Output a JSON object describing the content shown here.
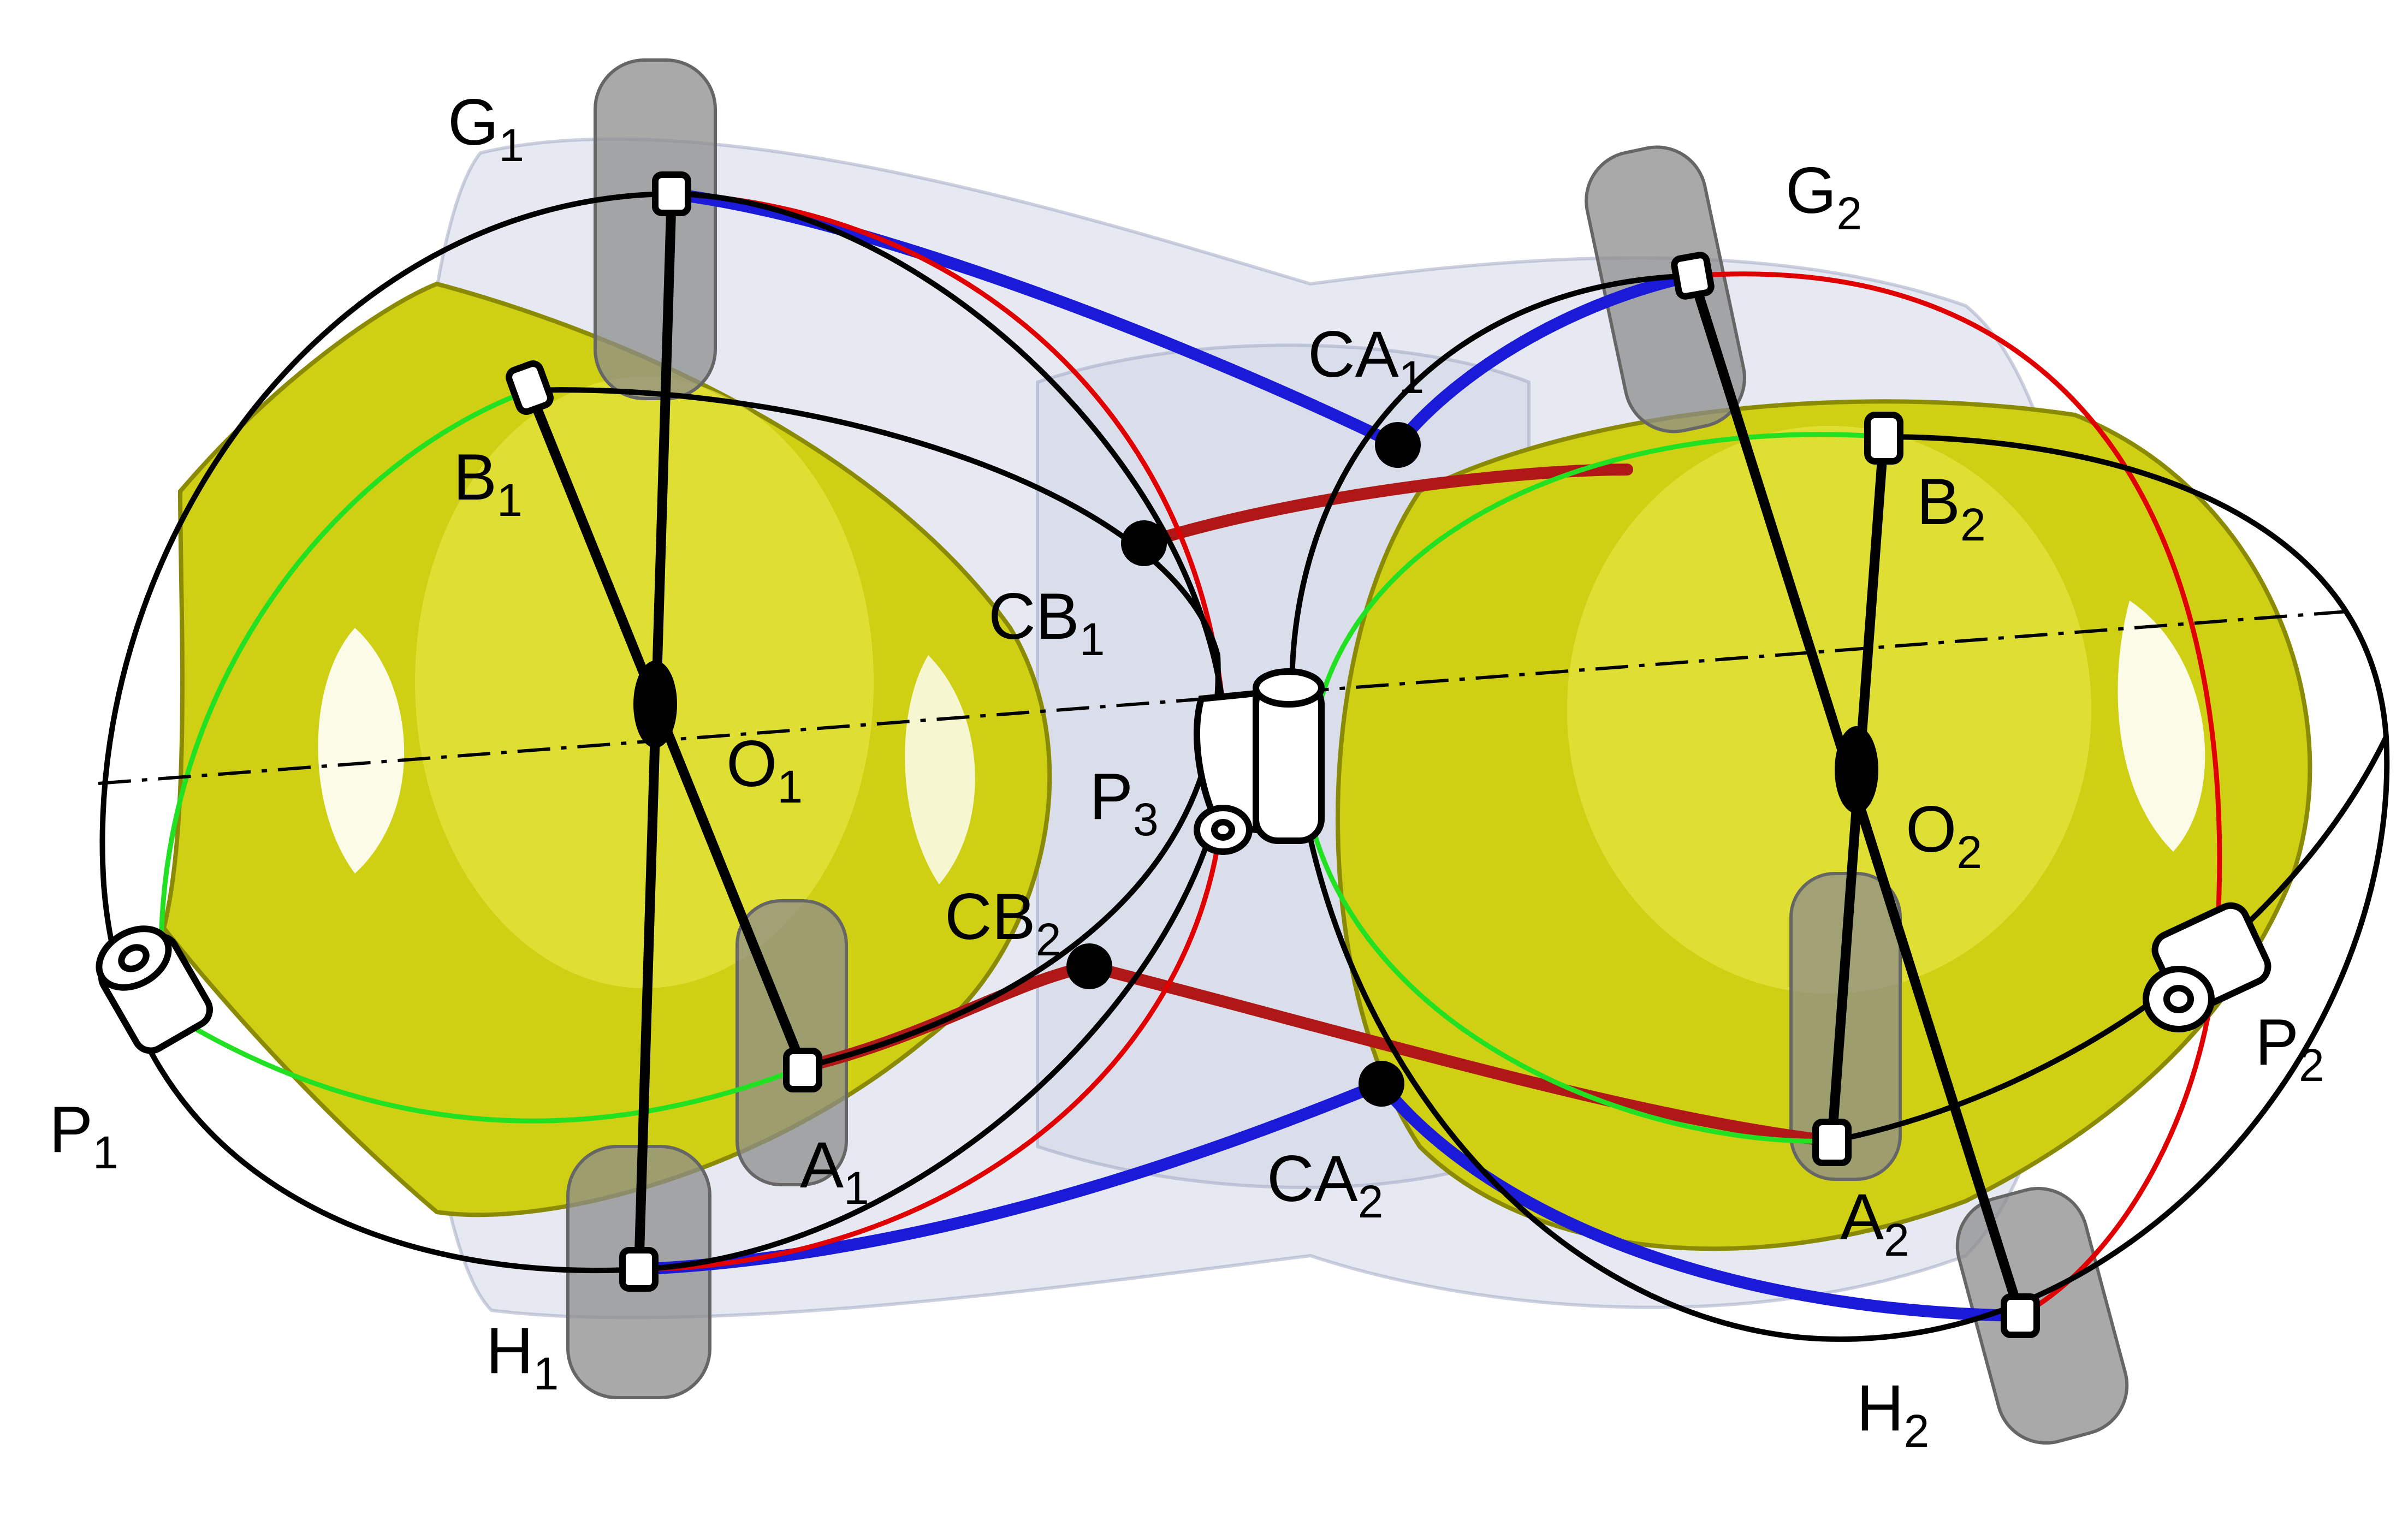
{
  "colors": {
    "yellow": "#cfcf14",
    "yellow_dark": "#8a8a05",
    "ghost": "#b8bfd8",
    "knob": "#8c8c8c",
    "wire_red": "#e00000",
    "wire_blue": "#1a1ad8",
    "wire_green": "#22e022",
    "black": "#000000"
  },
  "labels": {
    "G1": {
      "main": "G",
      "sub": "1"
    },
    "G2": {
      "main": "G",
      "sub": "2"
    },
    "B1": {
      "main": "B",
      "sub": "1"
    },
    "B2": {
      "main": "B",
      "sub": "2"
    },
    "CA1": {
      "main": "CA",
      "sub": "1"
    },
    "CA2": {
      "main": "CA",
      "sub": "2"
    },
    "CB1": {
      "main": "CB",
      "sub": "1"
    },
    "CB2": {
      "main": "CB",
      "sub": "2"
    },
    "O1": {
      "main": "O",
      "sub": "1"
    },
    "O2": {
      "main": "O",
      "sub": "2"
    },
    "P1": {
      "main": "P",
      "sub": "1"
    },
    "P2": {
      "main": "P",
      "sub": "2"
    },
    "P3": {
      "main": "P",
      "sub": "3"
    },
    "A1": {
      "main": "A",
      "sub": "1"
    },
    "A2": {
      "main": "A",
      "sub": "2"
    },
    "H1": {
      "main": "H",
      "sub": "1"
    },
    "H2": {
      "main": "H",
      "sub": "2"
    }
  }
}
